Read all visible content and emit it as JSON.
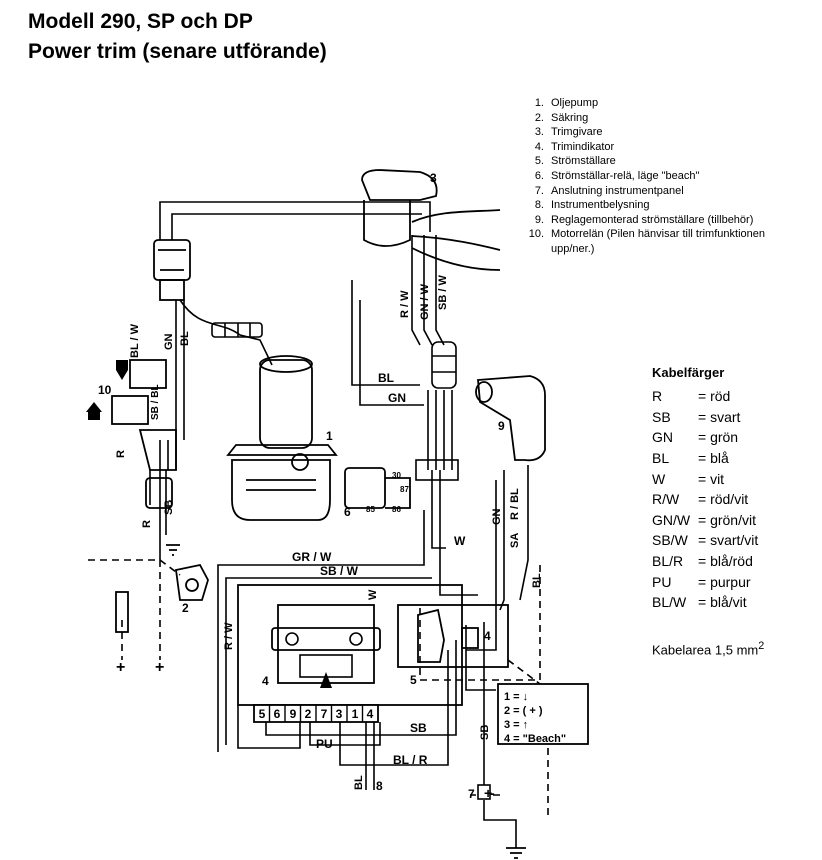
{
  "title": {
    "line1": "Modell 290, SP och DP",
    "line2": "Power trim (senare utförande)"
  },
  "components": [
    {
      "n": "1.",
      "text": "Oljepump"
    },
    {
      "n": "2.",
      "text": "Säkring"
    },
    {
      "n": "3.",
      "text": "Trimgivare"
    },
    {
      "n": "4.",
      "text": "Trimindikator"
    },
    {
      "n": "5.",
      "text": "Strömställare"
    },
    {
      "n": "6.",
      "text": "Strömställar-relä, läge \"beach\""
    },
    {
      "n": "7.",
      "text": "Anslutning instrumentpanel"
    },
    {
      "n": "8.",
      "text": "Instrumentbelysning"
    },
    {
      "n": "9.",
      "text": "Reglagemonterad strömställare (tillbehör)"
    },
    {
      "n": "10.",
      "text": "Motorrelän (Pilen hänvisar till trimfunktionen upp/ner.)"
    }
  ],
  "cable_colors": {
    "heading": "Kabelfärger",
    "rows": [
      {
        "code": "R",
        "meaning": "= röd"
      },
      {
        "code": "SB",
        "meaning": "= svart"
      },
      {
        "code": "GN",
        "meaning": "= grön"
      },
      {
        "code": "BL",
        "meaning": "= blå"
      },
      {
        "code": "W",
        "meaning": "= vit"
      },
      {
        "code": "R/W",
        "meaning": "= röd/vit"
      },
      {
        "code": "GN/W",
        "meaning": "= grön/vit"
      },
      {
        "code": "SB/W",
        "meaning": "= svart/vit"
      },
      {
        "code": "BL/R",
        "meaning": "= blå/röd"
      },
      {
        "code": "PU",
        "meaning": "= purpur"
      },
      {
        "code": "BL/W",
        "meaning": "= blå/vit"
      }
    ]
  },
  "cable_area": {
    "label": "Kabelarea 1,5 mm",
    "exponent": "2"
  },
  "diagram": {
    "wire_labels": {
      "r_w_top": "R / W",
      "gn_w_top": "GN / W",
      "sb_w_top": "SB / W",
      "bl": "BL",
      "gn": "GN",
      "bl_w_left": "BL / W",
      "sb_left": "SB",
      "r_left": "R",
      "gr_w": "GR / W",
      "sb_w_mid": "SB / W",
      "r_w_left": "R / W",
      "w_mid": "W",
      "w_right": "W",
      "gn_right": "GN",
      "r_bl": "R / BL",
      "sa": "SA",
      "bl_right": "BL",
      "sb_bottom": "SB",
      "pu": "PU",
      "bl_r": "BL / R",
      "bl_bottom": "BL",
      "sb_vert": "SB",
      "r_bottom": "R",
      "gn_left": "GN",
      "sb_bl": "SB / BL",
      "relay_30": "30",
      "relay_85": "85",
      "relay_86": "86",
      "relay_87": "87"
    },
    "callouts": {
      "c1": "1",
      "c2": "2",
      "c3": "3",
      "c4a": "4",
      "c4b": "4",
      "c5": "5",
      "c6": "6",
      "c7": "7",
      "c8": "8",
      "c9": "9",
      "c10": "10"
    },
    "terminal_numbers": [
      "5",
      "6",
      "9",
      "2",
      "7",
      "3",
      "1",
      "4"
    ],
    "plus_signs": [
      "+",
      "+",
      "+"
    ],
    "minus_sign": "-",
    "switch_positions": [
      "1 = ↓",
      "2 = ( + )",
      "3 = ↑",
      "4 = \"Beach\""
    ]
  }
}
